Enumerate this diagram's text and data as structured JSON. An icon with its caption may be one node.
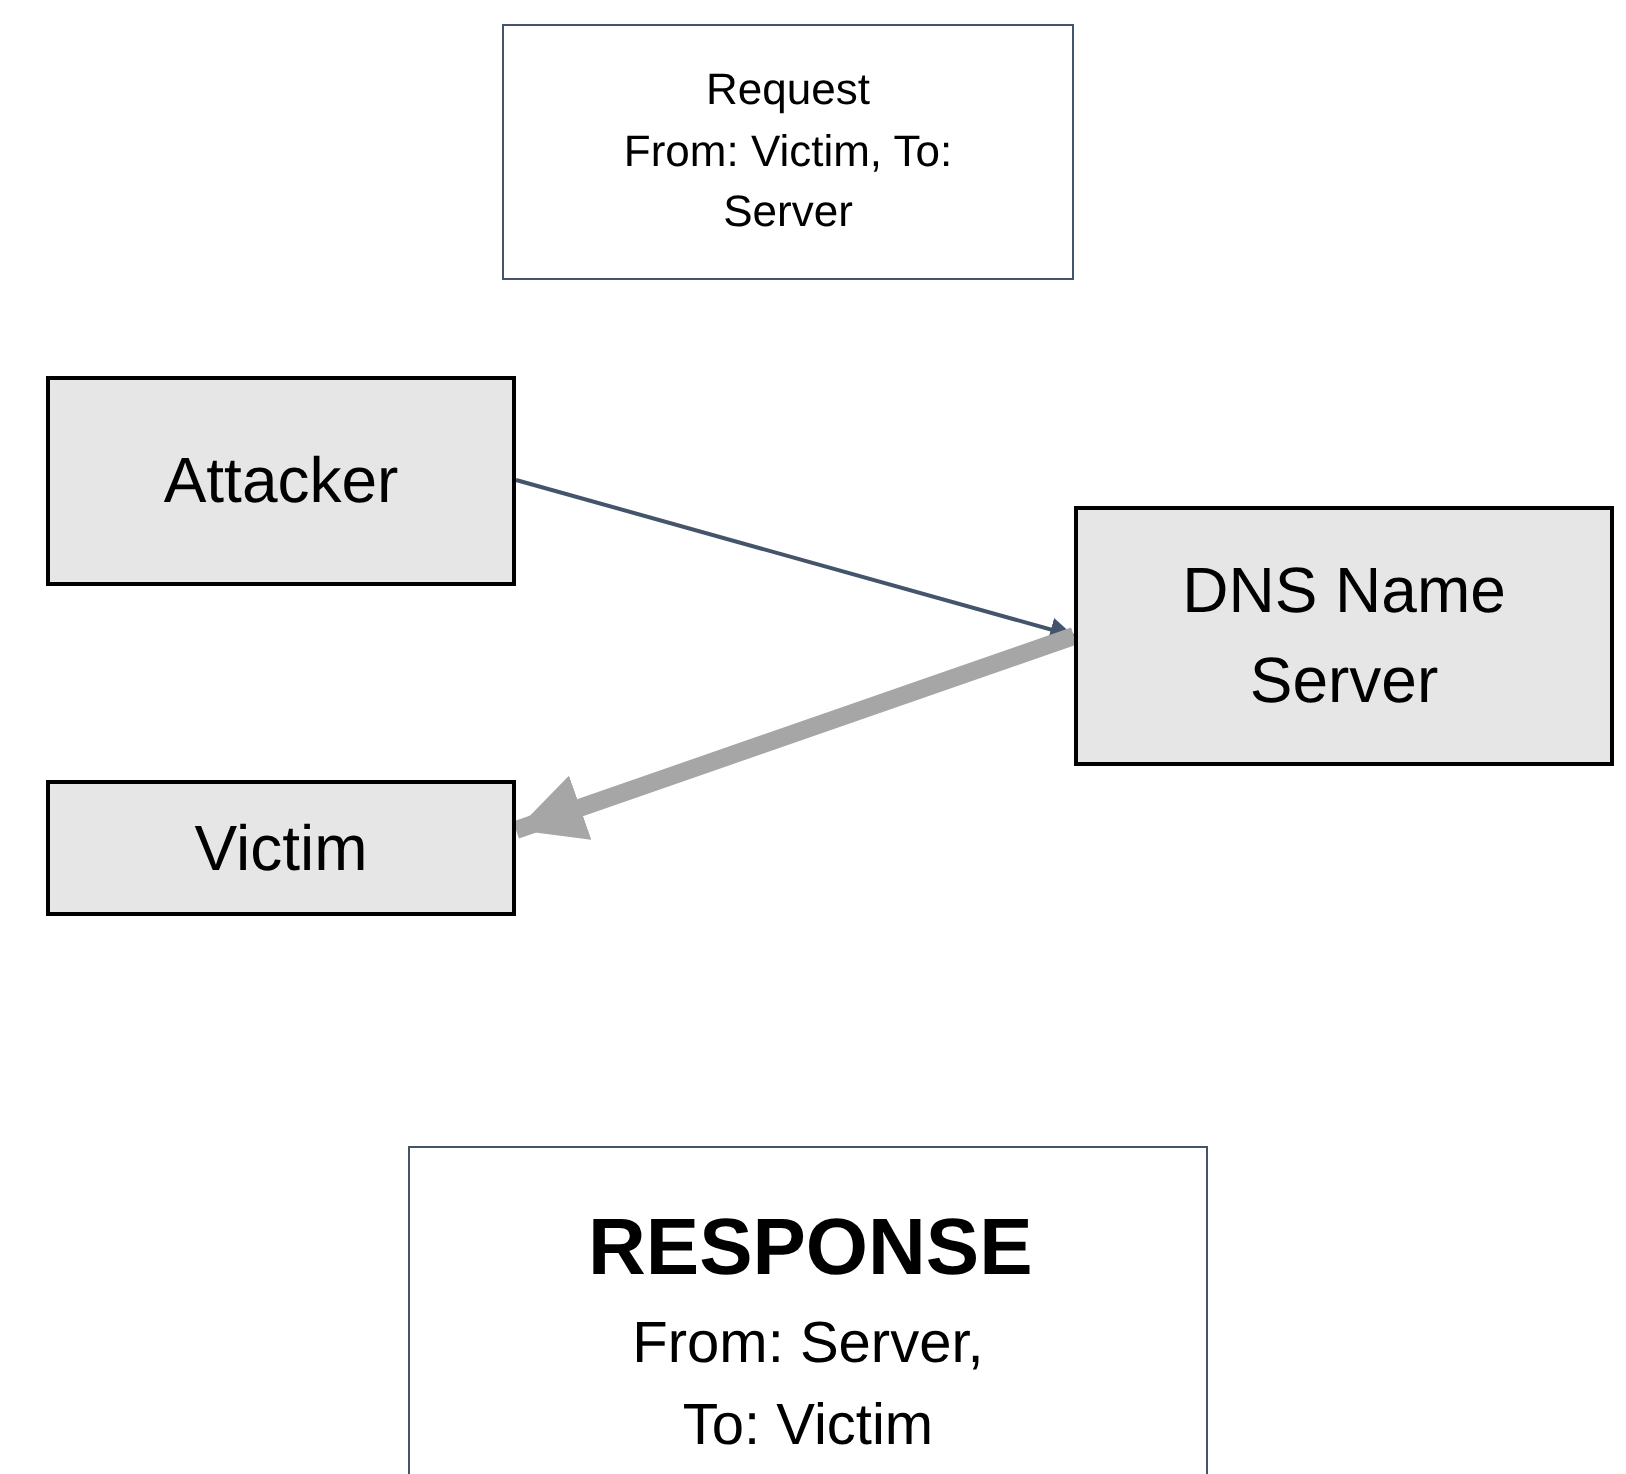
{
  "diagram": {
    "nodes": [
      {
        "text": [
          "Request",
          "From: Victim, To: Server"
        ]
      },
      {
        "text": [
          "Attacker"
        ]
      },
      {
        "text": [
          "DNS Name Server"
        ]
      },
      {
        "text": [
          "Victim"
        ]
      },
      {
        "text": [
          "RESPONSE",
          "From: Server, To: Victim"
        ]
      }
    ],
    "edges": [
      {
        "from": 1,
        "to": 2,
        "arrow": "to"
      },
      {
        "from": 2,
        "to": 3,
        "arrow": "to",
        "style": "thick",
        "color": "#a6a6a6"
      }
    ]
  }
}
